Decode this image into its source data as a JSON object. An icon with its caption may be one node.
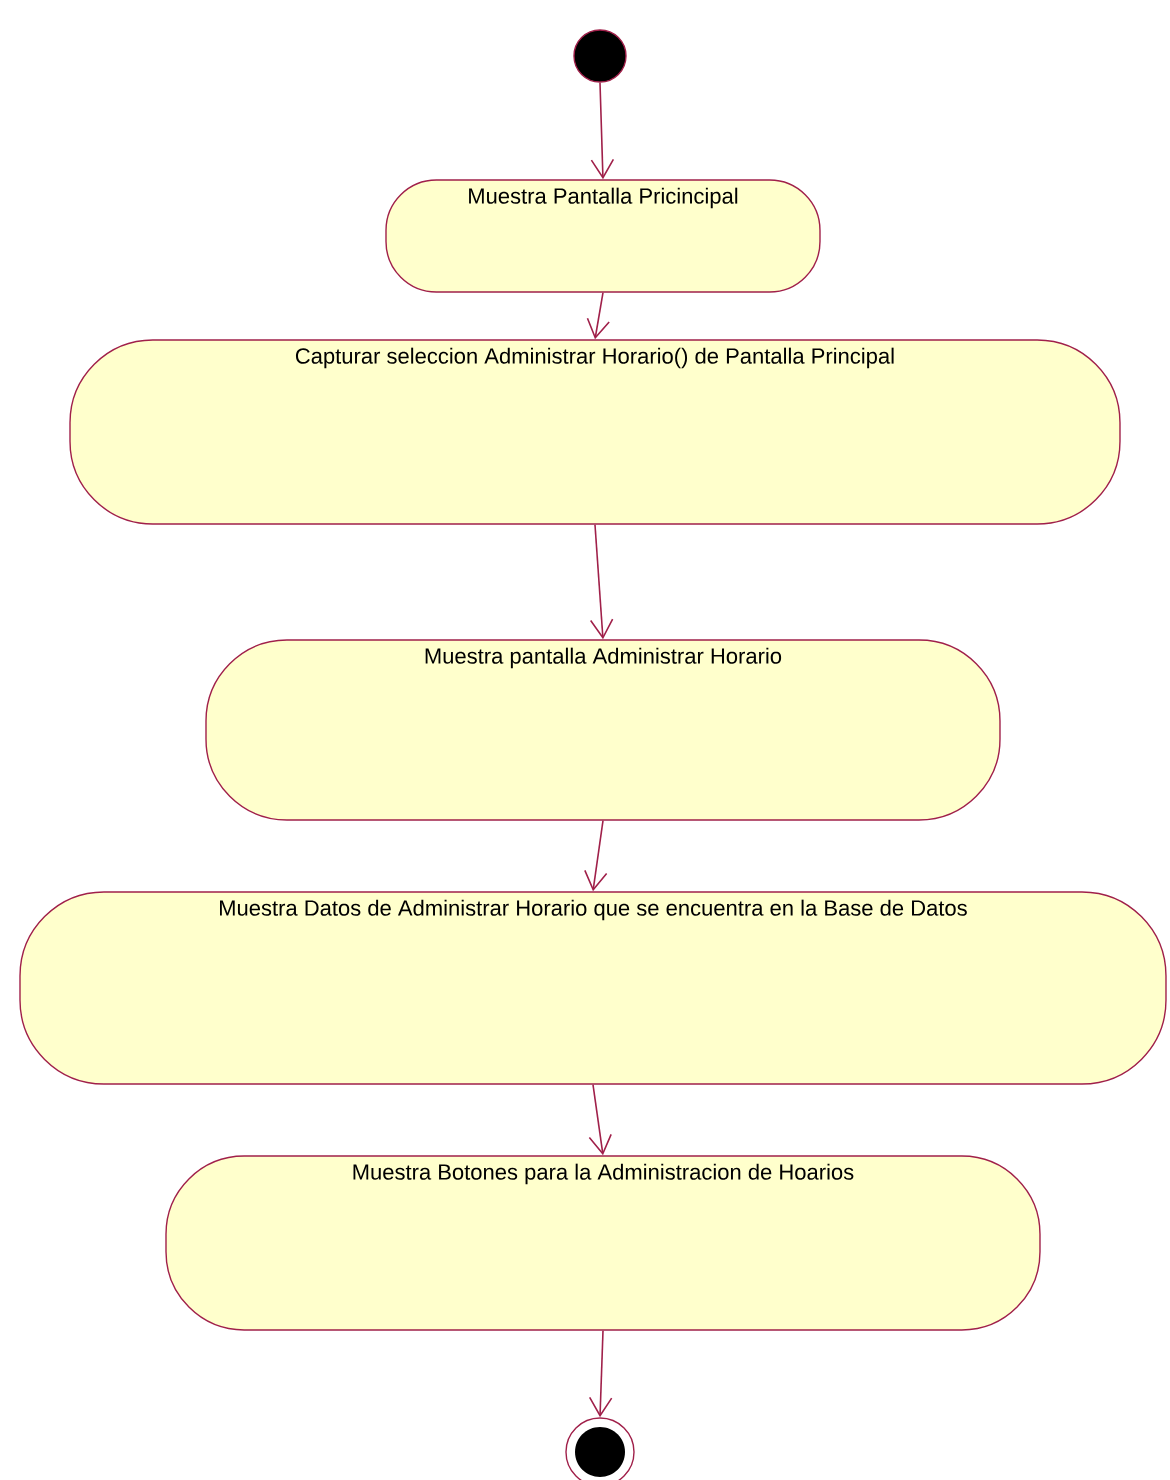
{
  "diagram": {
    "nodes": [
      {
        "text": [],
        "shape": "circle"
      },
      {
        "text": [
          "Muestra Pantalla Pricincipal"
        ]
      },
      {
        "text": [
          "Capturar seleccion Administrar Horario() de Pantalla Principal"
        ]
      },
      {
        "text": [
          "Muestra pantalla Administrar Horario"
        ]
      },
      {
        "text": [
          "Muestra Datos de Administrar Horario que se encuentra en la Base de Datos"
        ]
      },
      {
        "text": [
          "Muestra Botones para la Administracion de Hoarios"
        ]
      },
      {
        "text": [],
        "shape": "circle"
      }
    ],
    "edges": [
      {
        "from": 0,
        "to": 1,
        "arrow": "to"
      },
      {
        "from": 1,
        "to": 2,
        "arrow": "to"
      },
      {
        "from": 2,
        "to": 3,
        "arrow": "to"
      },
      {
        "from": 3,
        "to": 4,
        "arrow": "to"
      },
      {
        "from": 4,
        "to": 5,
        "arrow": "to"
      },
      {
        "from": 5,
        "to": 6,
        "arrow": "to"
      }
    ]
  }
}
